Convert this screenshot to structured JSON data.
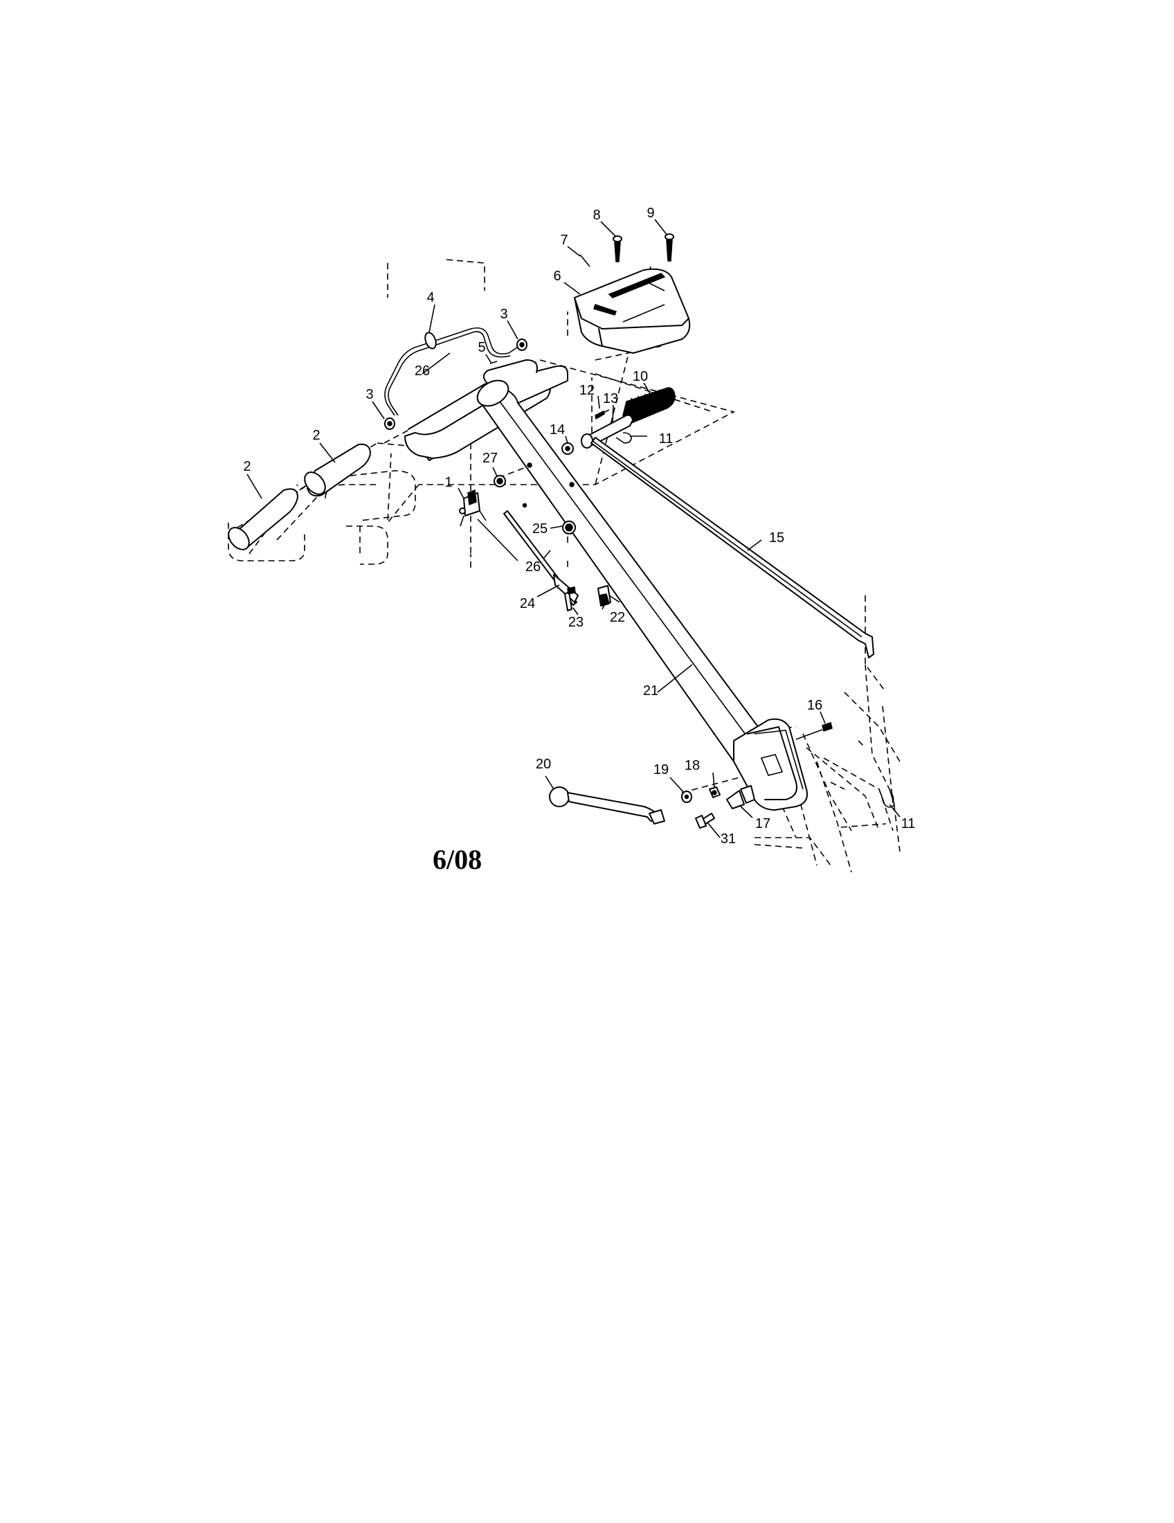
{
  "diagram": {
    "date_code": "6/08",
    "callouts": [
      {
        "id": "c1",
        "text": "1"
      },
      {
        "id": "c2a",
        "text": "2"
      },
      {
        "id": "c2b",
        "text": "2"
      },
      {
        "id": "c3a",
        "text": "3"
      },
      {
        "id": "c3b",
        "text": "3"
      },
      {
        "id": "c4",
        "text": "4"
      },
      {
        "id": "c5",
        "text": "5"
      },
      {
        "id": "c6",
        "text": "6"
      },
      {
        "id": "c7",
        "text": "7"
      },
      {
        "id": "c8",
        "text": "8"
      },
      {
        "id": "c9",
        "text": "9"
      },
      {
        "id": "c10",
        "text": "10"
      },
      {
        "id": "c11a",
        "text": "11"
      },
      {
        "id": "c11b",
        "text": "11"
      },
      {
        "id": "c12",
        "text": "12"
      },
      {
        "id": "c13",
        "text": "13"
      },
      {
        "id": "c14",
        "text": "14"
      },
      {
        "id": "c15",
        "text": "15"
      },
      {
        "id": "c16",
        "text": "16"
      },
      {
        "id": "c17",
        "text": "17"
      },
      {
        "id": "c18",
        "text": "18"
      },
      {
        "id": "c19",
        "text": "19"
      },
      {
        "id": "c20",
        "text": "20"
      },
      {
        "id": "c21",
        "text": "21"
      },
      {
        "id": "c22",
        "text": "22"
      },
      {
        "id": "c23",
        "text": "23"
      },
      {
        "id": "c24",
        "text": "24"
      },
      {
        "id": "c25",
        "text": "25"
      },
      {
        "id": "c26a",
        "text": "26"
      },
      {
        "id": "c26b",
        "text": "26"
      },
      {
        "id": "c27",
        "text": "27"
      },
      {
        "id": "c31",
        "text": "31"
      }
    ]
  }
}
